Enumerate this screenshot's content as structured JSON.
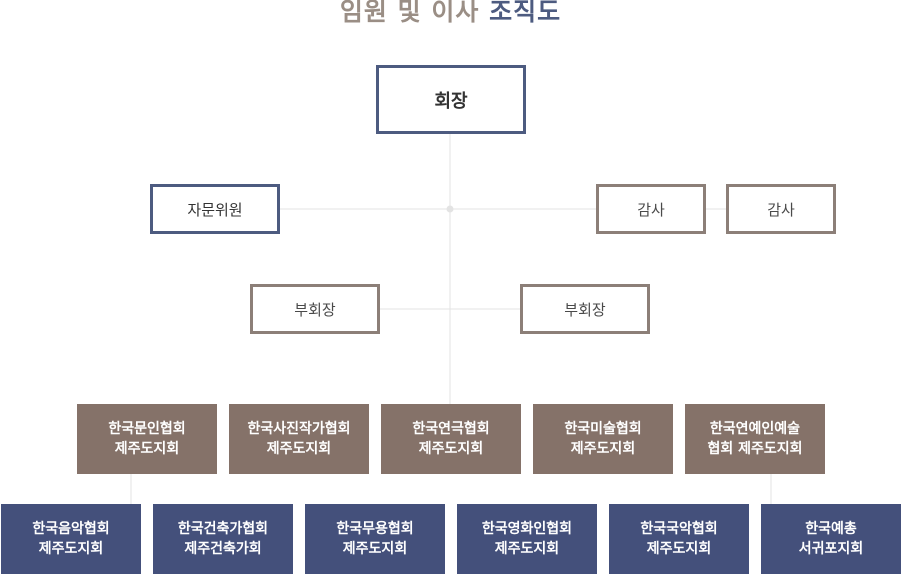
{
  "title": {
    "part1": "임원 및 이사",
    "part2": "조직도"
  },
  "chairman": "회장",
  "advisory": "자문위원",
  "auditors": [
    "감사",
    "감사"
  ],
  "vice_chairs": [
    "부회장",
    "부회장"
  ],
  "branches_row1": [
    {
      "line1": "한국문인협회",
      "line2": "제주도지회"
    },
    {
      "line1": "한국사진작가협회",
      "line2": "제주도지회"
    },
    {
      "line1": "한국연극협회",
      "line2": "제주도지회"
    },
    {
      "line1": "한국미술협회",
      "line2": "제주도지회"
    },
    {
      "line1": "한국연예인예술",
      "line2": "협회 제주도지회"
    }
  ],
  "branches_row2": [
    {
      "line1": "한국음악협회",
      "line2": "제주도지회"
    },
    {
      "line1": "한국건축가협회",
      "line2": "제주건축가회"
    },
    {
      "line1": "한국무용협회",
      "line2": "제주도지회"
    },
    {
      "line1": "한국영화인협회",
      "line2": "제주도지회"
    },
    {
      "line1": "한국국악협회",
      "line2": "제주도지회"
    },
    {
      "line1": "한국예총",
      "line2": "서귀포지회"
    }
  ],
  "colors": {
    "tan": "#8c7f78",
    "navy": "#4d5b80",
    "brown_fill": "#857269",
    "navy_fill": "#44507b"
  }
}
